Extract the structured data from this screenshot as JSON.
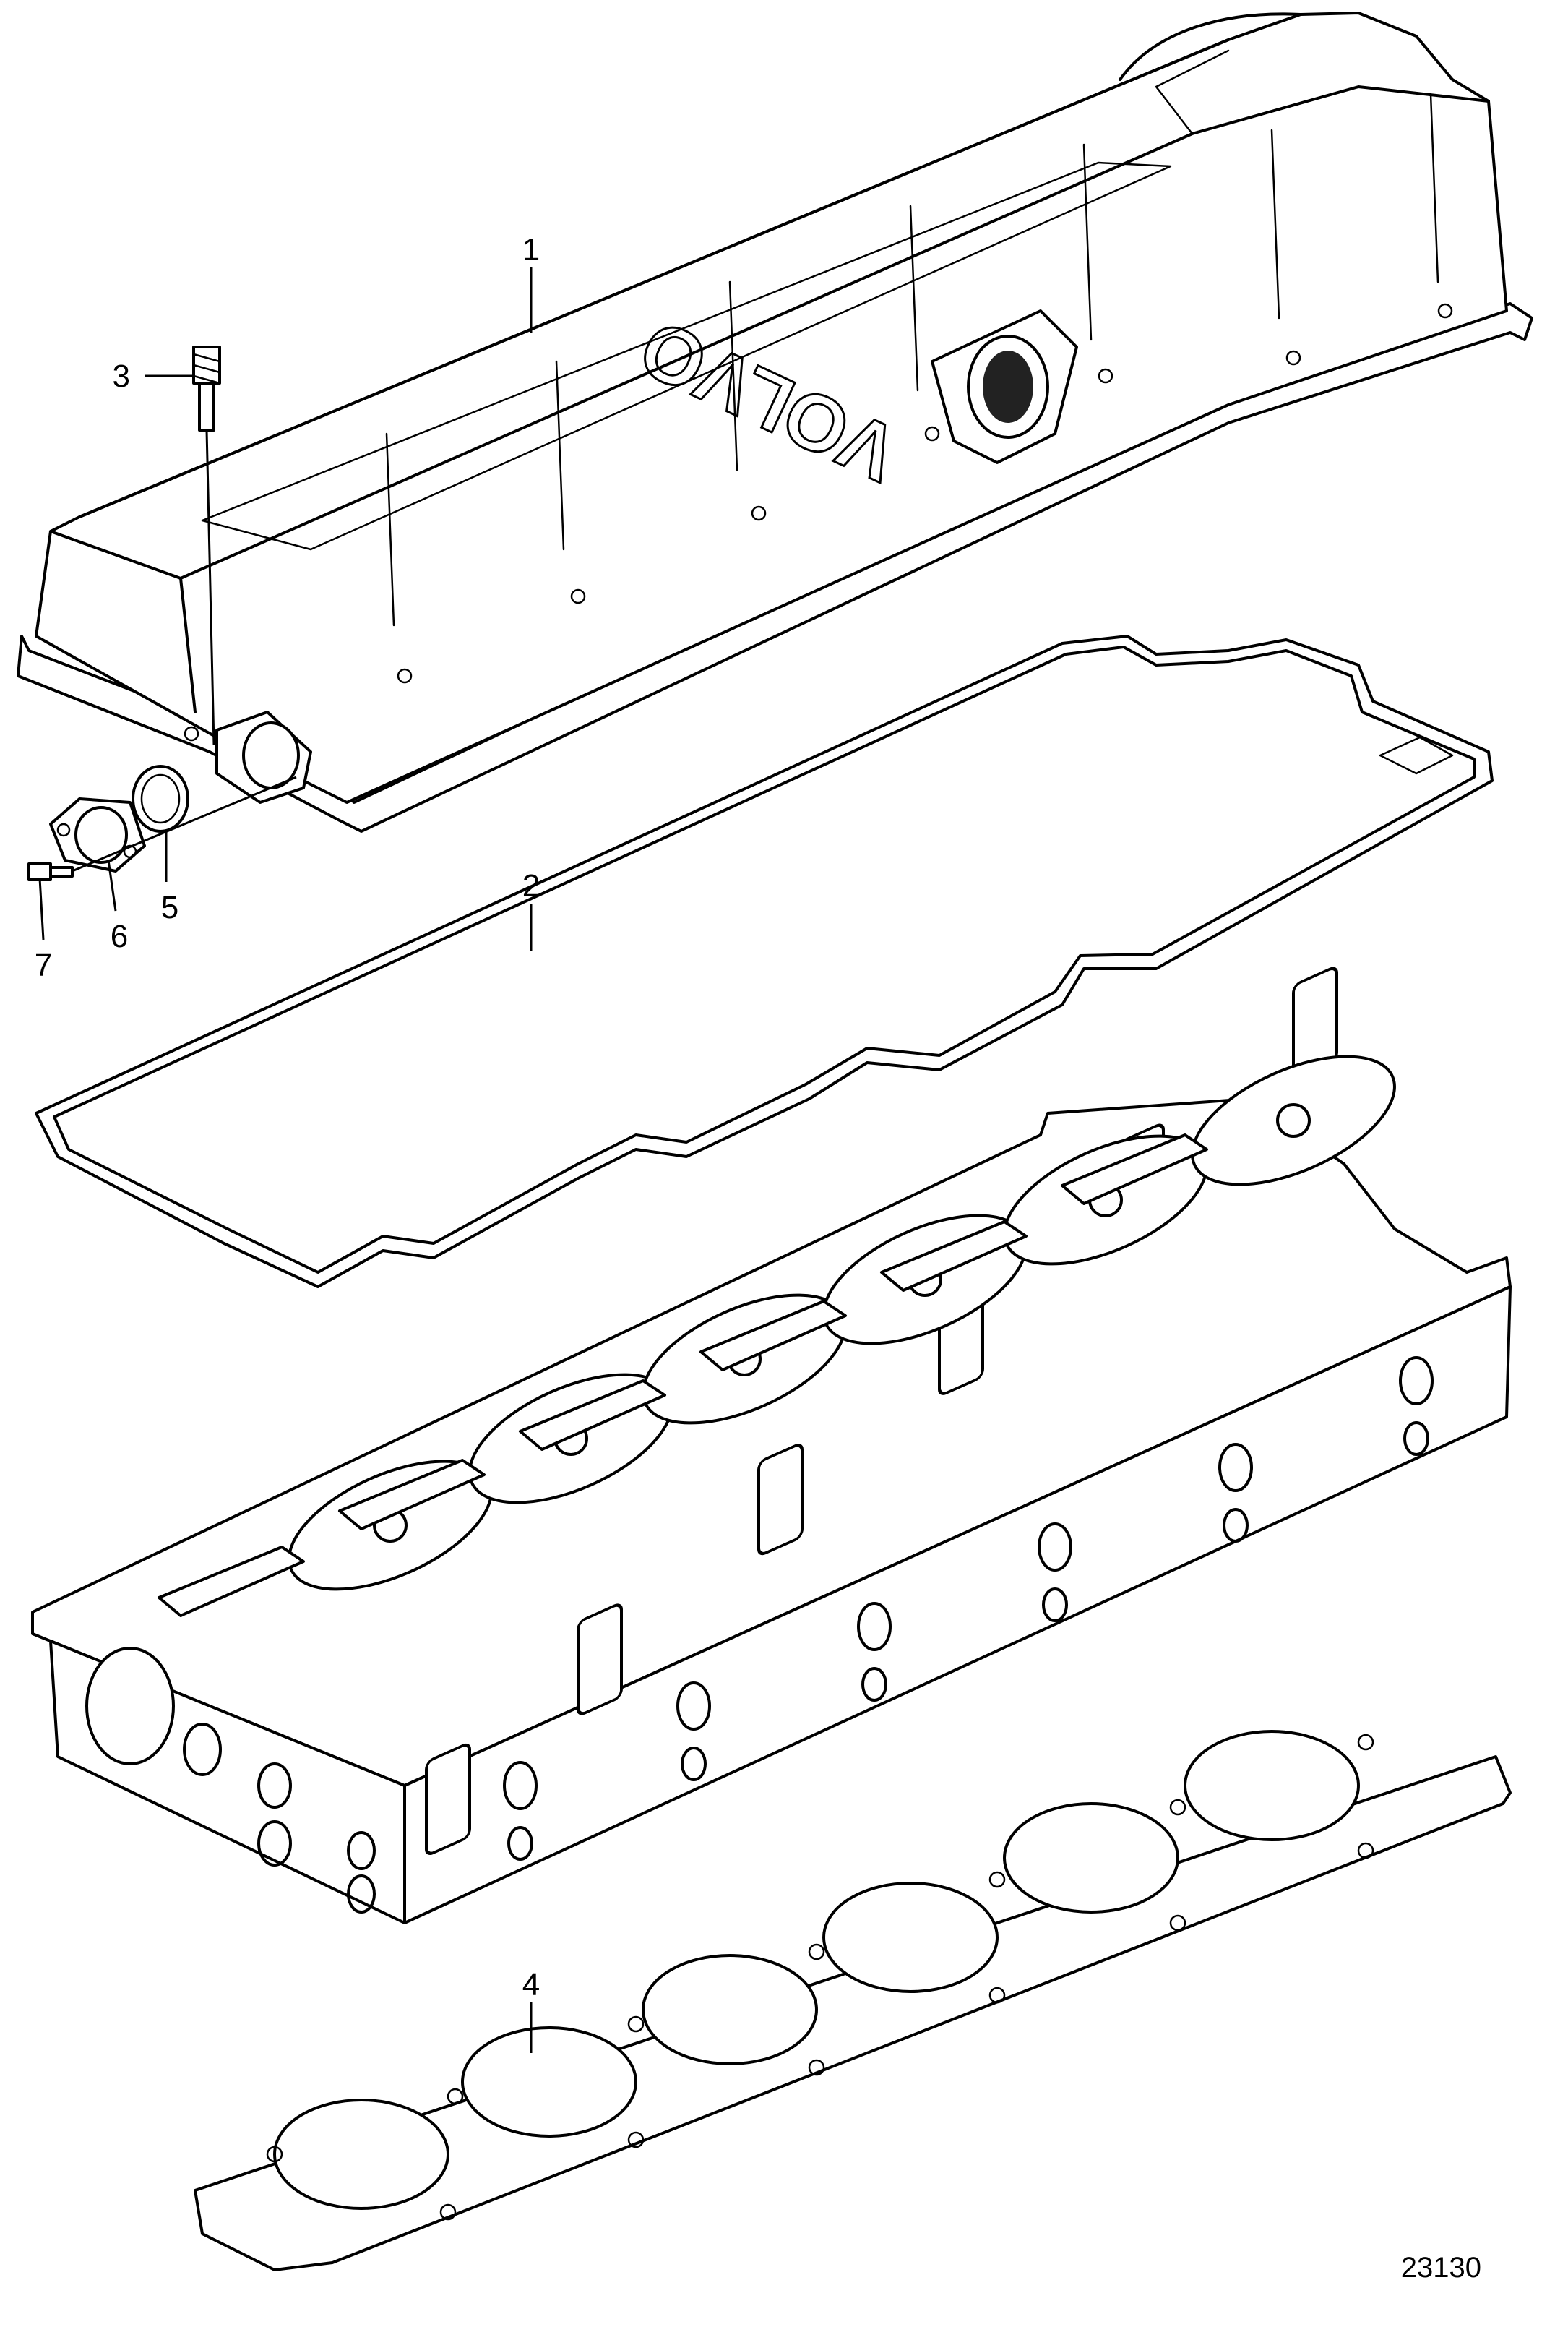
{
  "figure_number": "23130",
  "callouts": {
    "valve_cover": "1",
    "cover_gasket": "2",
    "stud_bolt": "3",
    "head_gasket": "4",
    "seal_ring": "5",
    "flange": "6",
    "screw": "7"
  },
  "cover_logo_text": "VOLVO"
}
